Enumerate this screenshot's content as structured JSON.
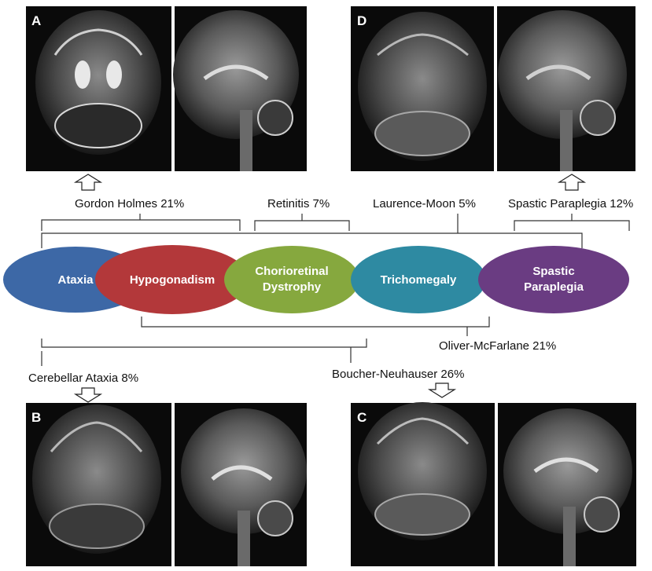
{
  "panels": {
    "a": "A",
    "b": "B",
    "c": "C",
    "d": "D"
  },
  "groups": {
    "gordon_holmes": "Gordon Holmes 21%",
    "retinitis": "Retinitis 7%",
    "laurence_moon": "Laurence-Moon 5%",
    "spastic_paraplegia": "Spastic Paraplegia 12%",
    "oliver_mcfarlane": "Oliver-McFarlane 21%",
    "cerebellar_ataxia": "Cerebellar Ataxia 8%",
    "boucher_neuhauser": "Boucher-Neuhauser 26%"
  },
  "features": {
    "ataxia": {
      "label": "Ataxia",
      "color": "#3d68a6"
    },
    "hypogonadism": {
      "label": "Hypogonadism",
      "color": "#b3383a"
    },
    "chorioretinal_line1": "Chorioretinal",
    "chorioretinal_line2": "Dystrophy",
    "chorioretinal_color": "#86a83e",
    "trichomegaly": {
      "label": "Trichomegaly",
      "color": "#2e8aa2"
    },
    "spastic_line1": "Spastic",
    "spastic_line2": "Paraplegia",
    "spastic_color": "#6a3c82"
  }
}
